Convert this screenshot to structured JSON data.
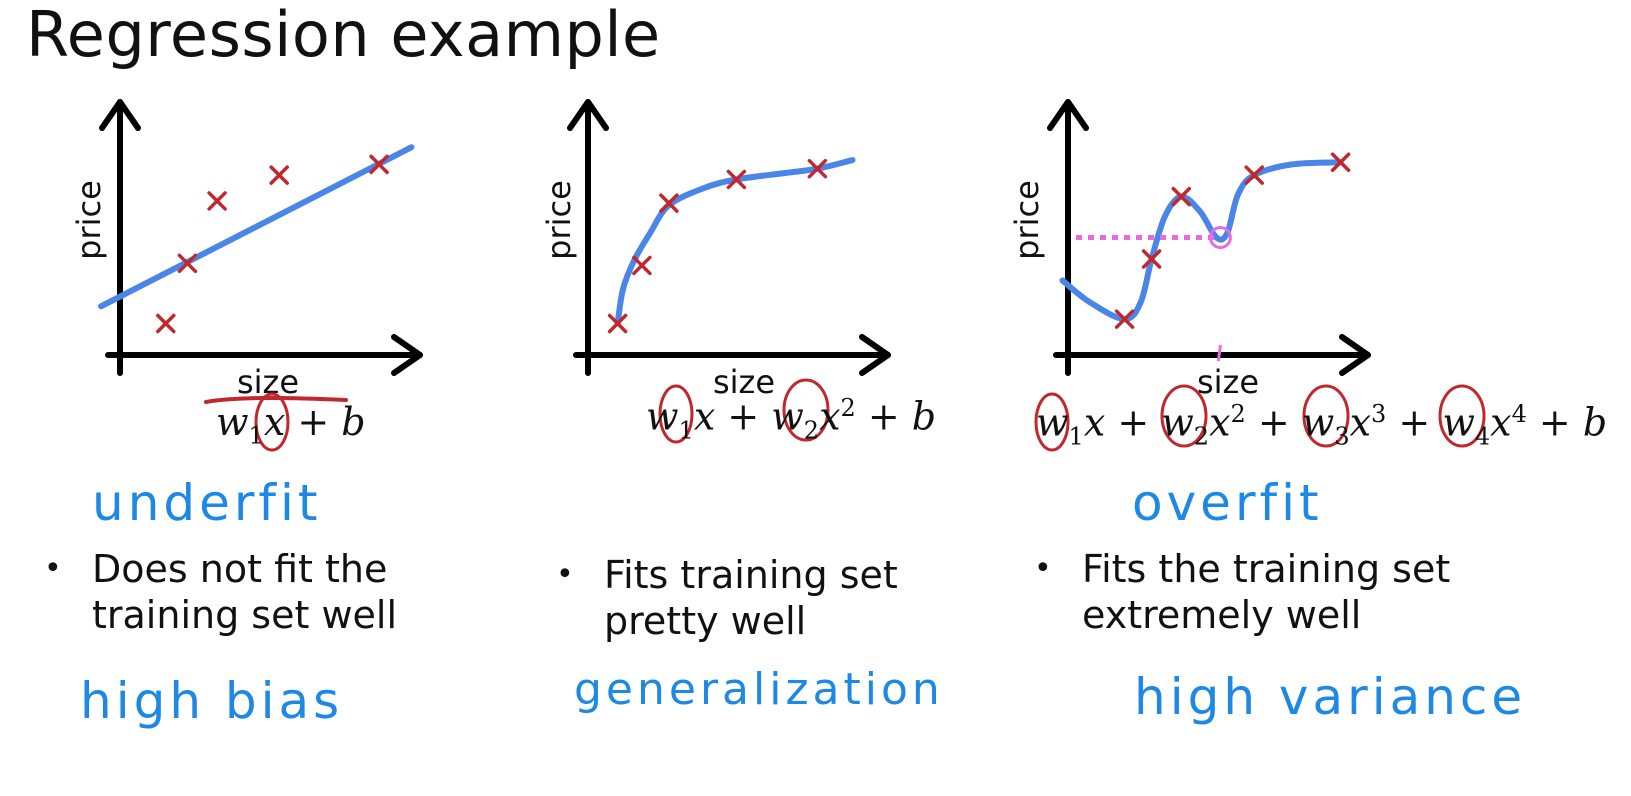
{
  "title": "Regression example",
  "chart_data": [
    {
      "type": "scatter",
      "xlabel": "size",
      "ylabel": "price",
      "fit": "linear",
      "equation": "w1x + b",
      "points": [
        [
          0.14,
          0.1
        ],
        [
          0.22,
          0.38
        ],
        [
          0.33,
          0.67
        ],
        [
          0.56,
          0.79
        ],
        [
          0.93,
          0.84
        ]
      ],
      "curve": [
        [
          -0.1,
          0.18
        ],
        [
          1.05,
          0.92
        ]
      ],
      "label": "underfit",
      "description": [
        "Does not fit the",
        "training set well"
      ],
      "tag": "high bias"
    },
    {
      "type": "scatter",
      "xlabel": "size",
      "ylabel": "price",
      "fit": "quadratic",
      "equation": "w1x + w2x2 + b",
      "points": [
        [
          0.08,
          0.1
        ],
        [
          0.17,
          0.37
        ],
        [
          0.27,
          0.66
        ],
        [
          0.52,
          0.77
        ],
        [
          0.82,
          0.82
        ]
      ],
      "curve": [
        [
          0.08,
          0.1
        ],
        [
          0.1,
          0.26
        ],
        [
          0.14,
          0.39
        ],
        [
          0.2,
          0.52
        ],
        [
          0.27,
          0.65
        ],
        [
          0.4,
          0.73
        ],
        [
          0.52,
          0.77
        ],
        [
          0.7,
          0.8
        ],
        [
          0.82,
          0.82
        ],
        [
          0.95,
          0.86
        ]
      ],
      "label": "",
      "description": [
        "Fits training set",
        "pretty well"
      ],
      "tag": "generalization"
    },
    {
      "type": "scatter",
      "xlabel": "size",
      "ylabel": "price",
      "fit": "quartic",
      "equation": "w1x + w2x2 + w3x3 + w4x4 + b",
      "points": [
        [
          0.18,
          0.12
        ],
        [
          0.28,
          0.4
        ],
        [
          0.39,
          0.69
        ],
        [
          0.66,
          0.79
        ],
        [
          0.98,
          0.85
        ]
      ],
      "curve": [
        [
          -0.05,
          0.3
        ],
        [
          0.05,
          0.2
        ],
        [
          0.18,
          0.12
        ],
        [
          0.24,
          0.2
        ],
        [
          0.28,
          0.4
        ],
        [
          0.33,
          0.6
        ],
        [
          0.39,
          0.69
        ],
        [
          0.46,
          0.62
        ],
        [
          0.52,
          0.5
        ],
        [
          0.56,
          0.52
        ],
        [
          0.6,
          0.7
        ],
        [
          0.66,
          0.79
        ],
        [
          0.8,
          0.84
        ],
        [
          0.98,
          0.85
        ]
      ],
      "label": "overfit",
      "description": [
        "Fits the training set",
        "extremely well"
      ],
      "tag": "high variance"
    }
  ]
}
